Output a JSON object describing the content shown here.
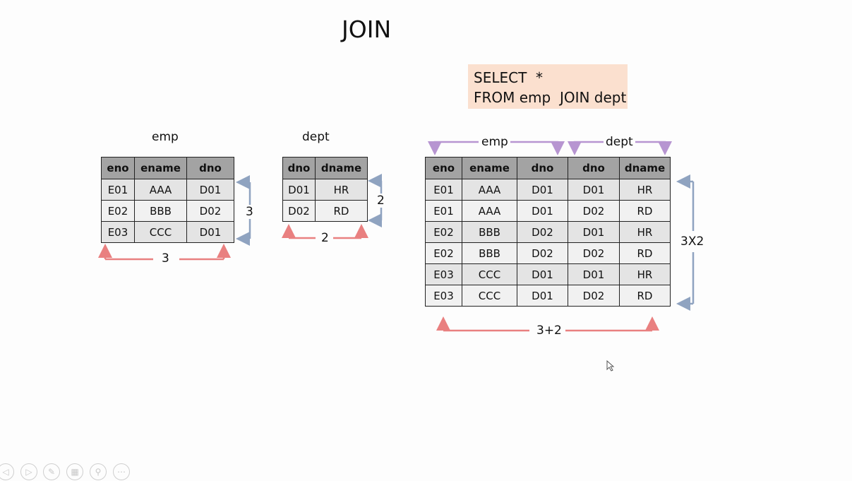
{
  "slide": {
    "title": "JOIN",
    "sql": [
      "SELECT  *",
      "FROM emp  JOIN dept"
    ]
  },
  "emp": {
    "label": "emp",
    "headers": [
      "eno",
      "ename",
      "dno"
    ],
    "rows": [
      [
        "E01",
        "AAA",
        "D01"
      ],
      [
        "E02",
        "BBB",
        "D02"
      ],
      [
        "E03",
        "CCC",
        "D01"
      ]
    ],
    "row_count": "3",
    "col_count": "3"
  },
  "dept": {
    "label": "dept",
    "headers": [
      "dno",
      "dname"
    ],
    "rows": [
      [
        "D01",
        "HR"
      ],
      [
        "D02",
        "RD"
      ]
    ],
    "row_count": "2",
    "col_count": "2"
  },
  "result": {
    "group_labels": [
      "emp",
      "dept"
    ],
    "headers": [
      "eno",
      "ename",
      "dno",
      "dno",
      "dname"
    ],
    "rows": [
      [
        "E01",
        "AAA",
        "D01",
        "D01",
        "HR"
      ],
      [
        "E01",
        "AAA",
        "D01",
        "D02",
        "RD"
      ],
      [
        "E02",
        "BBB",
        "D02",
        "D01",
        "HR"
      ],
      [
        "E02",
        "BBB",
        "D02",
        "D02",
        "RD"
      ],
      [
        "E03",
        "CCC",
        "D01",
        "D01",
        "HR"
      ],
      [
        "E03",
        "CCC",
        "D01",
        "D02",
        "RD"
      ]
    ],
    "row_count": "3X2",
    "col_count": "3+2"
  },
  "colors": {
    "row_arrow": "#8fa3c0",
    "col_arrow": "#e98080",
    "group_bracket": "#b795d1",
    "header_bg": "#a3a3a3",
    "sql_bg": "#fbe0cf"
  },
  "presenter_icons": [
    "prev-icon",
    "next-icon",
    "pen-icon",
    "slides-icon",
    "zoom-icon",
    "more-icon"
  ]
}
